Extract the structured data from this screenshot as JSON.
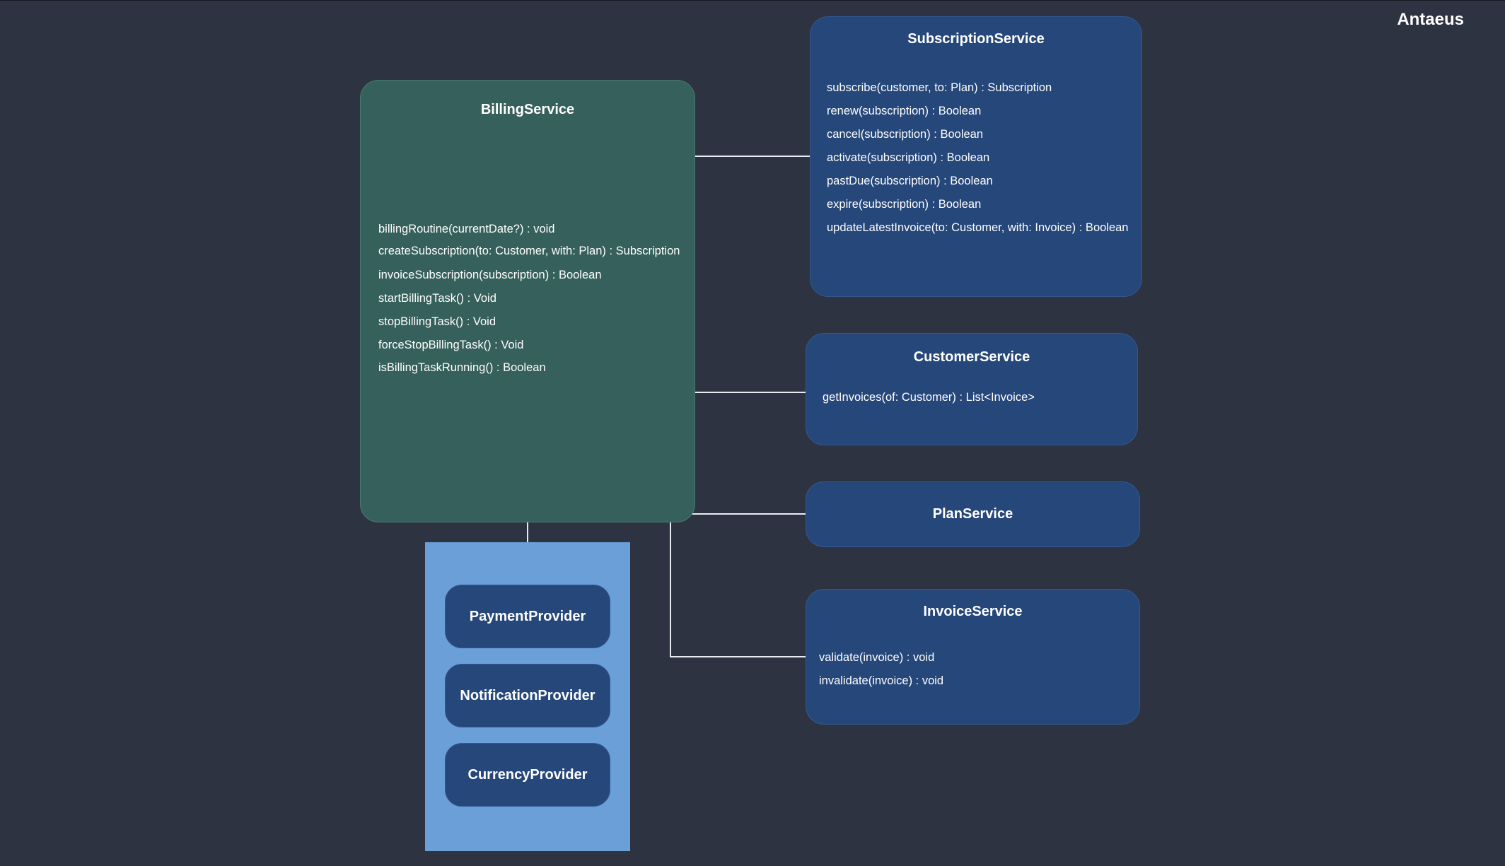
{
  "app": {
    "title": "Antaeus"
  },
  "billing_service": {
    "title": "BillingService",
    "methods": [
      "billingRoutine(currentDate?) : void",
      "createSubscription(to: Customer, with: Plan) : Subscription",
      "invoiceSubscription(subscription) : Boolean",
      "startBillingTask() : Void",
      "stopBillingTask() : Void",
      "forceStopBillingTask() : Void",
      "isBillingTaskRunning() : Boolean"
    ]
  },
  "subscription_service": {
    "title": "SubscriptionService",
    "methods": [
      "subscribe(customer, to: Plan) : Subscription",
      "renew(subscription) : Boolean",
      "cancel(subscription) : Boolean",
      "activate(subscription) : Boolean",
      "pastDue(subscription) : Boolean",
      "expire(subscription) : Boolean",
      "updateLatestInvoice(to: Customer, with: Invoice) : Boolean"
    ]
  },
  "customer_service": {
    "title": "CustomerService",
    "methods": [
      "getInvoices(of: Customer) : List<Invoice>"
    ]
  },
  "plan_service": {
    "title": "PlanService"
  },
  "invoice_service": {
    "title": "InvoiceService",
    "methods": [
      "validate(invoice) : void",
      "invalidate(invoice) : void"
    ]
  },
  "providers": {
    "items": [
      "PaymentProvider",
      "NotificationProvider",
      "CurrencyProvider"
    ]
  },
  "colors": {
    "background": "#2d3341",
    "billing_box": "#36605b",
    "service_box": "#26477a",
    "provider_group": "#6b9fd8",
    "connector": "#e8ecf2"
  }
}
